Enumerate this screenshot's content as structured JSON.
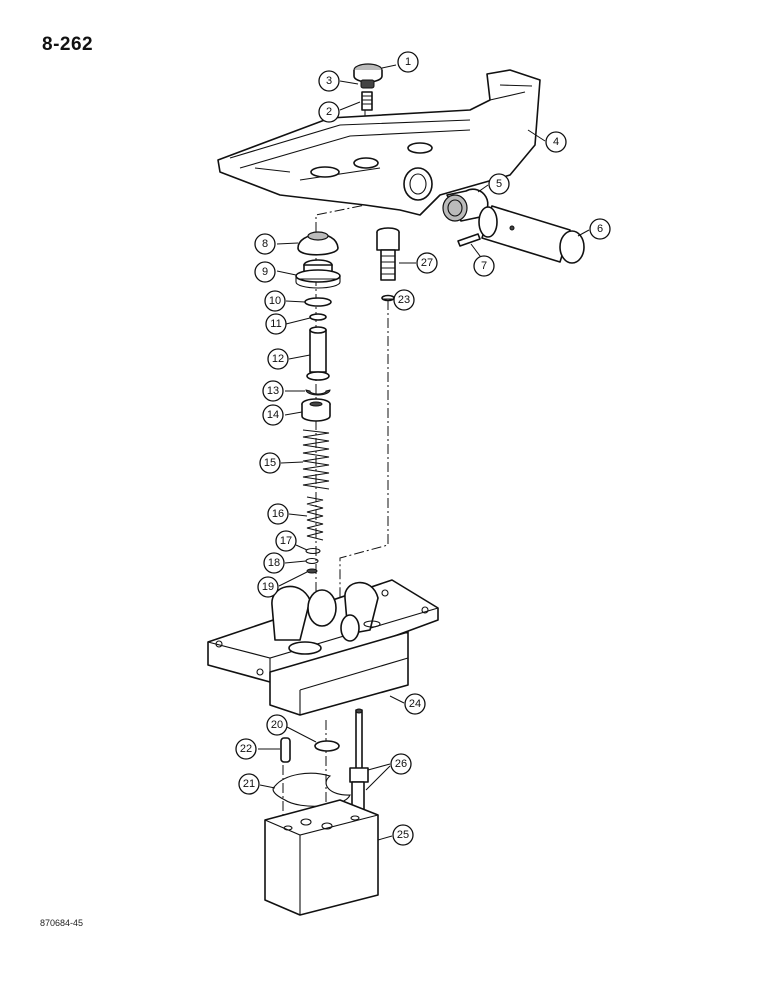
{
  "page_number": "8-262",
  "figure_code": "870684-45",
  "callouts": [
    "1",
    "2",
    "3",
    "4",
    "5",
    "6",
    "7",
    "8",
    "9",
    "10",
    "11",
    "12",
    "13",
    "14",
    "15",
    "16",
    "17",
    "18",
    "19",
    "20",
    "21",
    "22",
    "23",
    "24",
    "25",
    "26",
    "27"
  ]
}
